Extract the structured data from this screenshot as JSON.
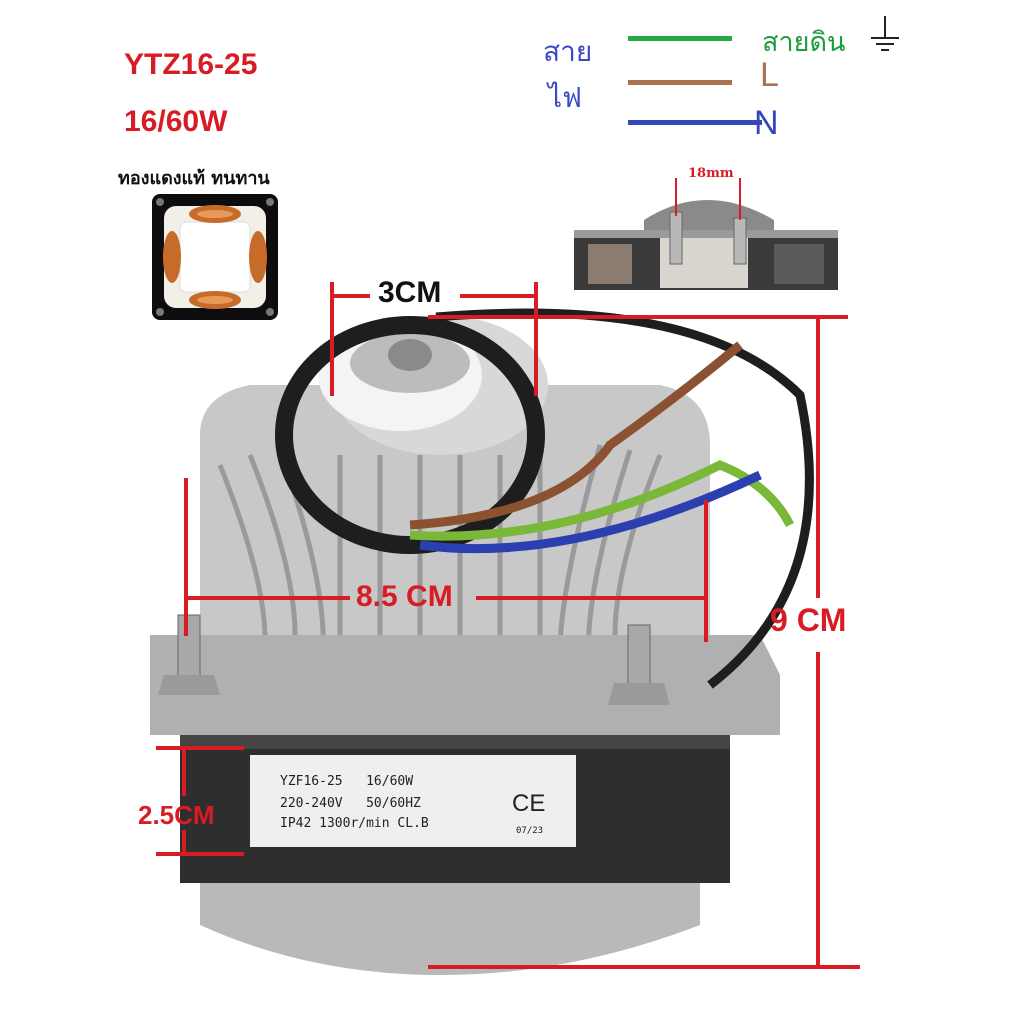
{
  "model": "YTZ16-25",
  "power": "16/60W",
  "coil_caption": "ทองแดงแท้ ทนทาน",
  "wire_legend": {
    "label_line1": "สาย",
    "label_line2": "ไฟ",
    "ground_label": "สายดิน",
    "live_label": "L",
    "neutral_label": "N",
    "colors": {
      "ground": "#23a845",
      "live": "#a87150",
      "neutral": "#3447b8"
    }
  },
  "terminal_spacing": "18mm",
  "dimensions": {
    "shaft_width": "3CM",
    "body_width": "8.5 CM",
    "height": "9 CM",
    "base_height": "2.5CM"
  },
  "nameplate": {
    "line1": "YZF16-25   16/60W",
    "line2": "220-240V   50/60HZ",
    "line3": "IP42 1300r/min CL.B",
    "mark": "CE",
    "date": "07/23"
  },
  "accent_color": "#d71c24"
}
